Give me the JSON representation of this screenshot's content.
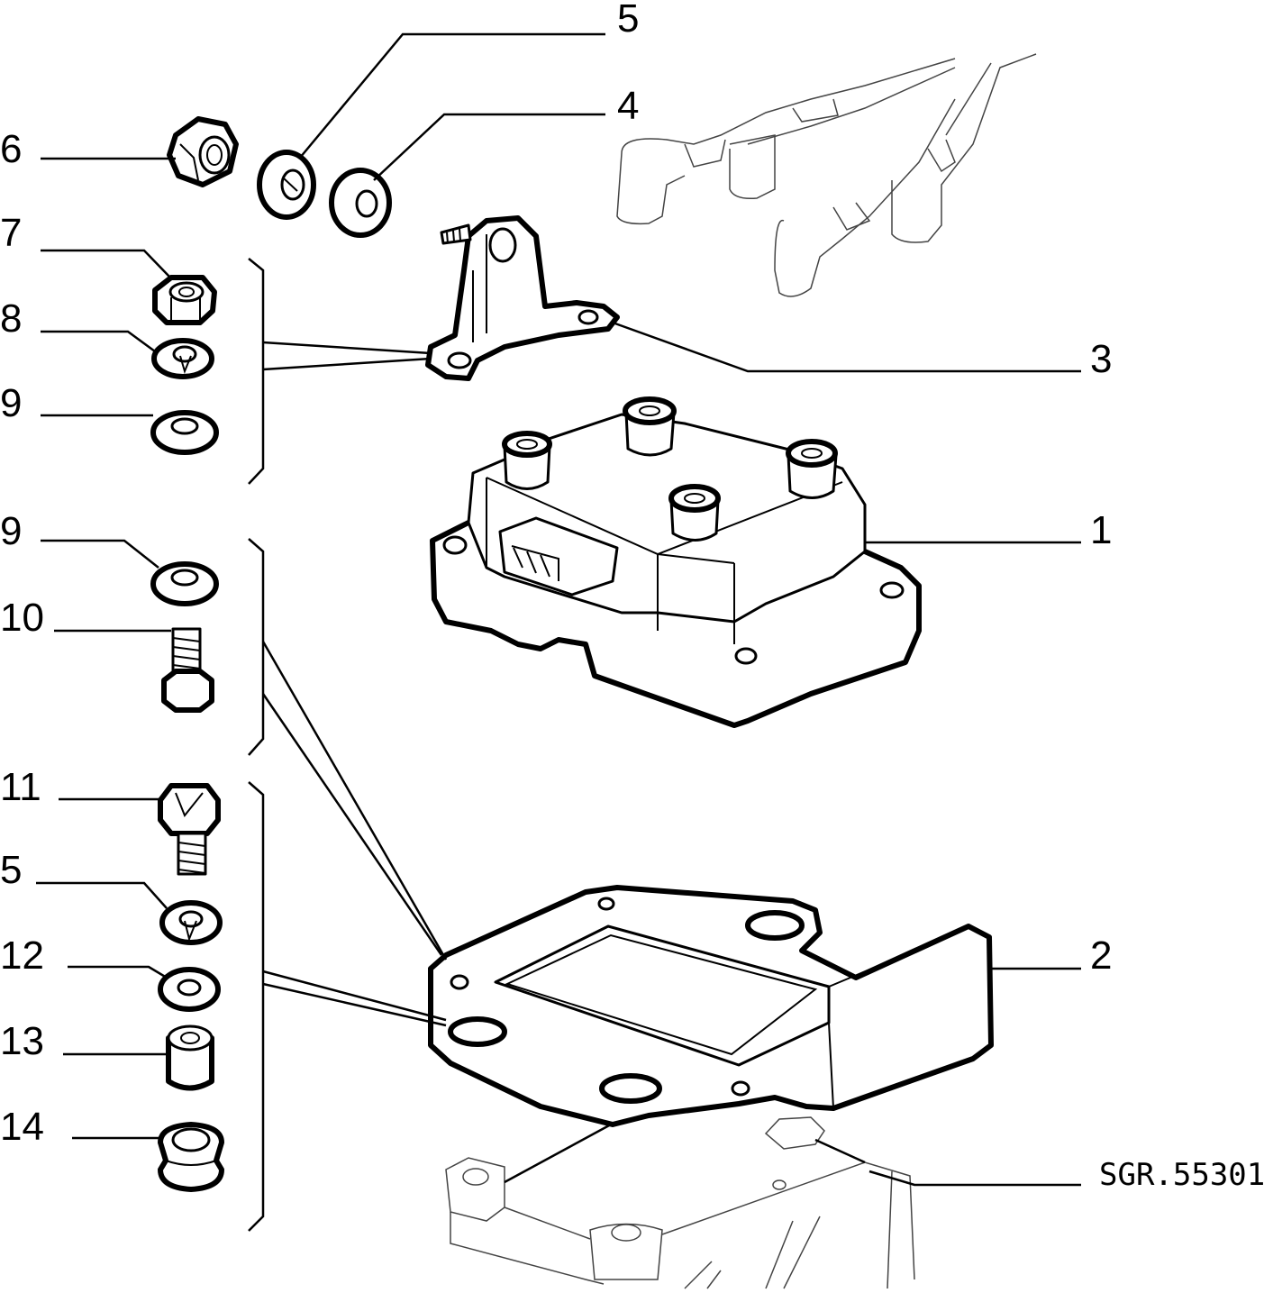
{
  "callouts": {
    "c1": "1",
    "c2": "2",
    "c3": "3",
    "c4": "4",
    "c5a": "5",
    "c5b": "5",
    "c6": "6",
    "c7": "7",
    "c8": "8",
    "c9a": "9",
    "c9b": "9",
    "c10": "10",
    "c11": "11",
    "c12": "12",
    "c13": "13",
    "c14": "14"
  },
  "drawing_code": "SGR.55301"
}
